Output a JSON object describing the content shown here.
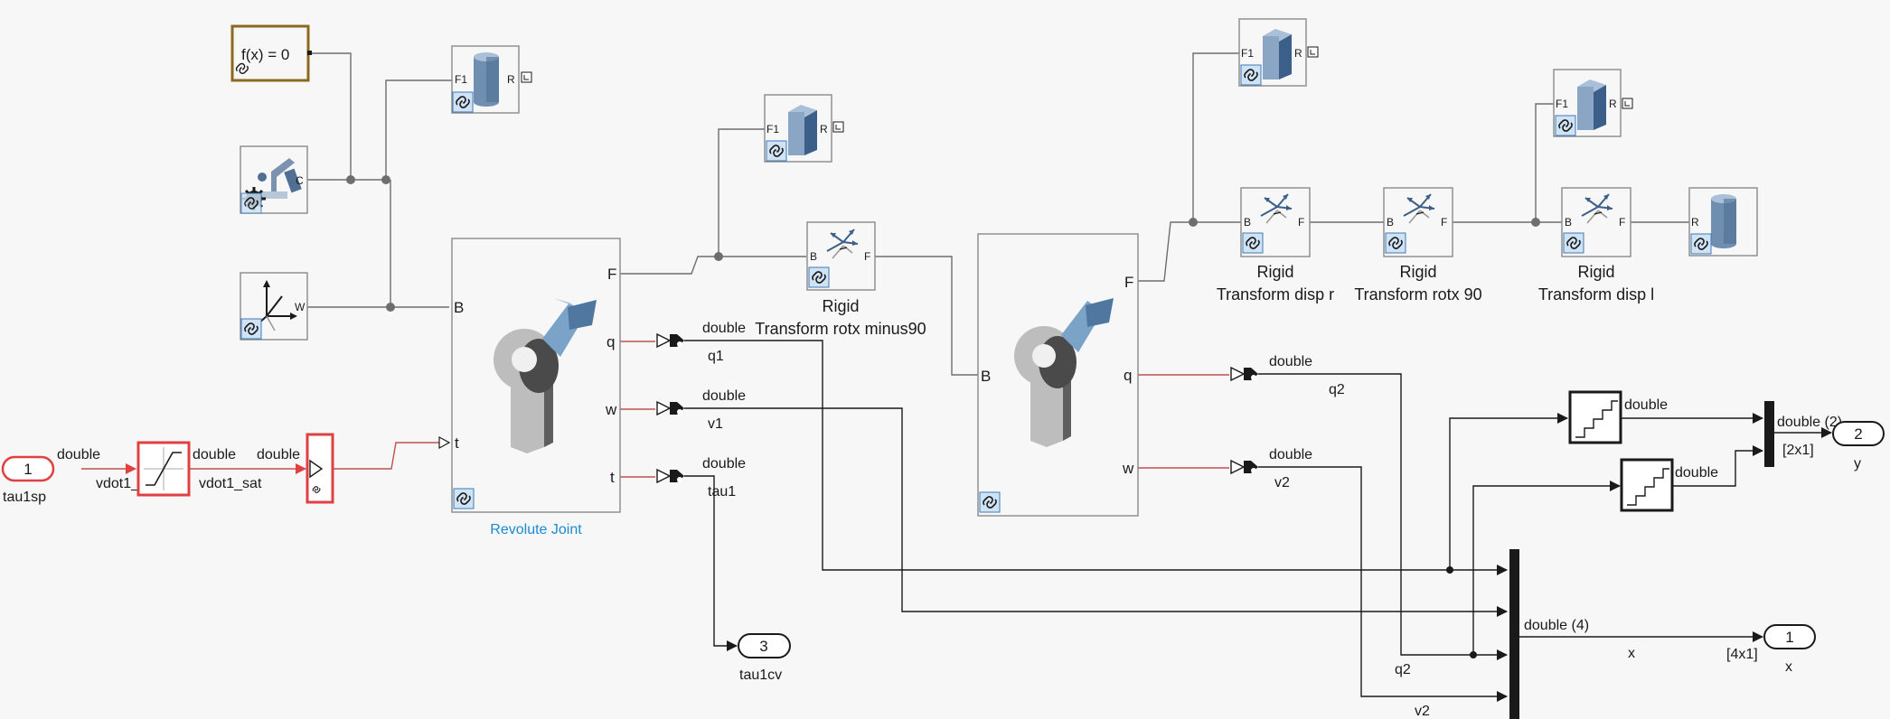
{
  "blocks": {
    "solver": {
      "text": "f(x) = 0"
    },
    "inport1": {
      "number": "1",
      "name": "tau1sp"
    },
    "saturation": {},
    "revolute1": {
      "name": "Revolute Joint",
      "ports": {
        "B": "B",
        "F": "F",
        "q": "q",
        "w": "w",
        "t": "t",
        "t_in": "t"
      }
    },
    "revolute2": {
      "ports": {
        "B": "B",
        "F": "F",
        "q": "q",
        "w": "w"
      }
    },
    "rt_minus90": {
      "name_line1": "Rigid",
      "name_line2": "Transform rotx minus90",
      "port_b": "B",
      "port_f": "F"
    },
    "rt_disp_r": {
      "name_line1": "Rigid",
      "name_line2": "Transform disp r",
      "port_b": "B",
      "port_f": "F"
    },
    "rt_rotx90": {
      "name_line1": "Rigid",
      "name_line2": "Transform rotx 90",
      "port_b": "B",
      "port_f": "F"
    },
    "rt_disp_l": {
      "name_line1": "Rigid",
      "name_line2": "Transform disp l",
      "port_b": "B",
      "port_f": "F"
    },
    "world": {
      "port": "W"
    },
    "config": {
      "port": "C"
    },
    "solid_cyl_top": {
      "port_f1": "F1",
      "port_r": "R"
    },
    "solid_box_1": {
      "port_f1": "F1",
      "port_r": "R"
    },
    "solid_box_2": {
      "port_f1": "F1",
      "port_r": "R"
    },
    "solid_box_3": {
      "port_f1": "F1",
      "port_r": "R"
    },
    "solid_cyl_end": {
      "port_r": "R"
    },
    "out_tau1cv": {
      "number": "3",
      "name": "tau1cv"
    },
    "out_y": {
      "number": "2",
      "name": "y"
    },
    "out_x": {
      "number": "1",
      "name": "x"
    }
  },
  "signals": {
    "double": "double",
    "vdot1_cmd": "vdot1_cmd",
    "vdot1_sat": "vdot1_sat",
    "q1": "q1",
    "v1": "v1",
    "tau1": "tau1",
    "q2": "q2",
    "v2": "v2",
    "double_4": "double (4)",
    "double_2": "double (2)",
    "dim_2x1": "[2x1]",
    "dim_4x1": "[4x1]",
    "x": "x"
  },
  "colors": {
    "signal_red": "#c0504d",
    "block_highlight": "#e04040",
    "solver_border": "#8b6a1f",
    "label_blue": "#1b8ad3",
    "physical_line": "#6e6e6e"
  }
}
